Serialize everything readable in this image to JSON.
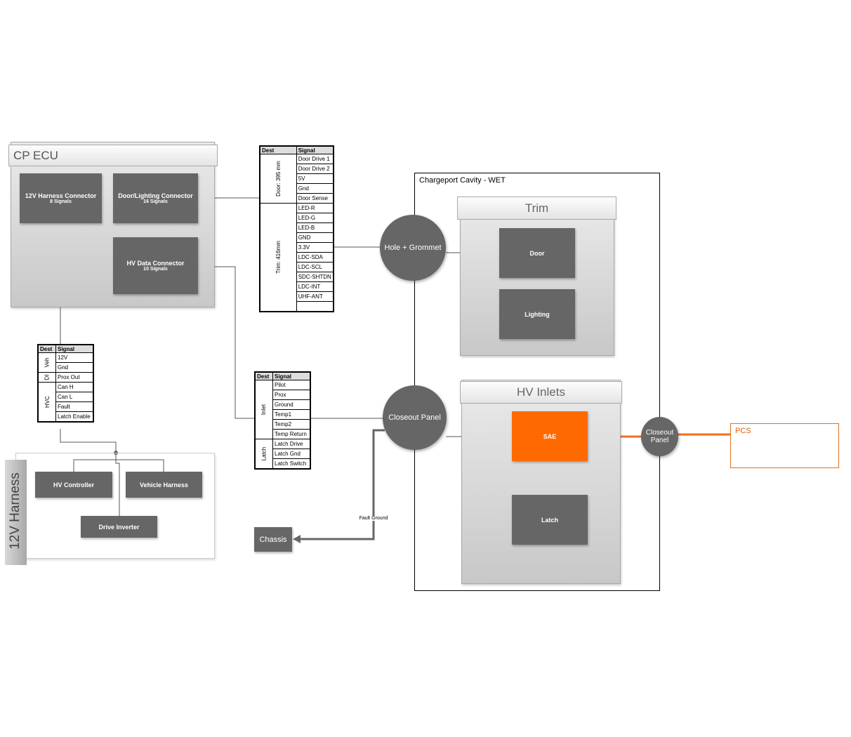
{
  "cp_ecu": {
    "title": "CP ECU",
    "connectors": [
      {
        "name": "12V Harness Connector",
        "signals": "8 Signals"
      },
      {
        "name": "Door/Lighting Connector",
        "signals": "16 Signals"
      },
      {
        "name": "HV Data Connector",
        "signals": "10 Signals"
      }
    ]
  },
  "harness_12v": {
    "title": "12V Harness",
    "blocks": [
      "HV Controller",
      "Vehicle Harness",
      "Drive Inverter"
    ]
  },
  "tables": {
    "left": {
      "headers": [
        "Dest",
        "Signal"
      ],
      "groups": [
        {
          "dest": "Veh",
          "signals": [
            "12V",
            "Gnd"
          ]
        },
        {
          "dest": "DI",
          "signals": [
            "Prox Out"
          ]
        },
        {
          "dest": "HVC",
          "signals": [
            "Can H",
            "Can L",
            "Fault",
            "Latch Enable"
          ]
        }
      ]
    },
    "door_trim": {
      "headers": [
        "Dest",
        "Signal"
      ],
      "groups": [
        {
          "dest": "Door: 395 mm",
          "signals": [
            "Door Drive 1",
            "Door Drive 2",
            "5V",
            "Gnd",
            "Door Sense"
          ]
        },
        {
          "dest": "Trim: 416mm",
          "signals": [
            "LED-R",
            "LED-G",
            "LED-B",
            "GND",
            "3.3V",
            "LDC-SDA",
            "LDC-SCL",
            "SDC-SHTDN",
            "LDC-INT",
            "UHF-ANT",
            ""
          ]
        }
      ]
    },
    "hv": {
      "headers": [
        "Dest",
        "Signal"
      ],
      "groups": [
        {
          "dest": "Inlet",
          "signals": [
            "Pilot",
            "Prox",
            "Ground",
            "Temp1",
            "Temp2",
            "Temp Return"
          ]
        },
        {
          "dest": "Latch",
          "signals": [
            "Latch Drive",
            "Latch Gnd",
            "Latch Switch"
          ]
        }
      ]
    }
  },
  "cavity": {
    "title": "Chargeport Cavity - WET",
    "trim": {
      "title": "Trim",
      "blocks": [
        "Door",
        "Lighting"
      ]
    },
    "hv_inlets": {
      "title": "HV Inlets",
      "blocks": [
        "SAE",
        "Latch"
      ]
    }
  },
  "circles": {
    "grommet": "Hole + Grommet",
    "closeout": "Closeout Panel",
    "closeout_right_1": "Closeout",
    "closeout_right_2": "Panel"
  },
  "chassis": "Chassis",
  "fault_ground": "Fault Ground",
  "pcs": "PCS",
  "colors": {
    "accent": "#ff6a00",
    "block": "#666666"
  }
}
